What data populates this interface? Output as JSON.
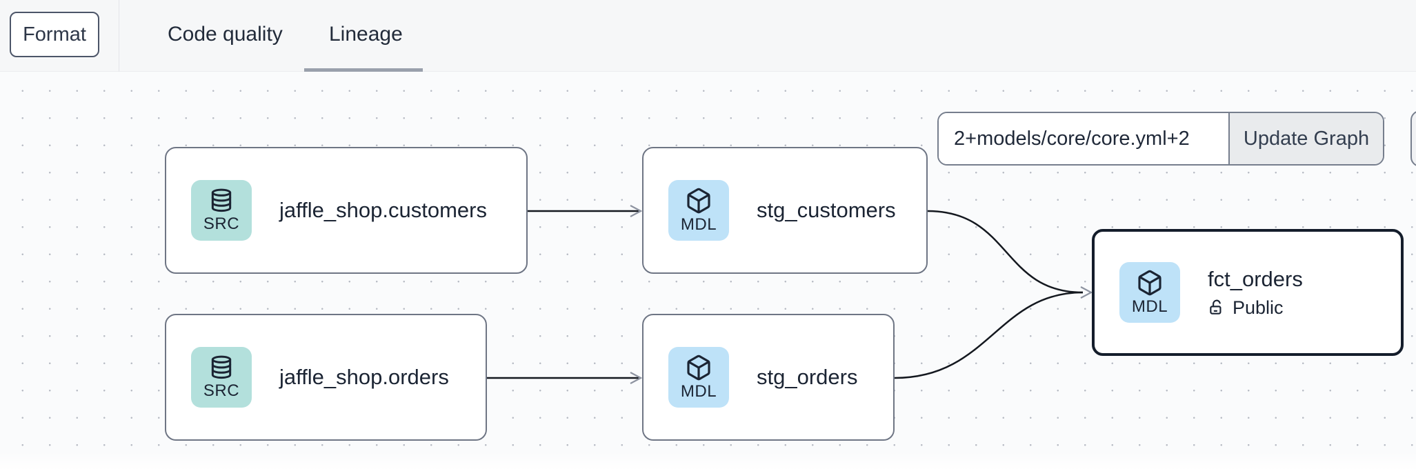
{
  "header": {
    "format_button": "Format",
    "tabs": [
      {
        "label": "Code quality",
        "active": false
      },
      {
        "label": "Lineage",
        "active": true
      }
    ]
  },
  "graph_controls": {
    "selector_value": "2+models/core/core.yml+2",
    "update_button": "Update Graph"
  },
  "lineage_graph": {
    "nodes": [
      {
        "title": "jaffle_shop.customers",
        "badge": "SRC",
        "icon": "database-icon",
        "type": "source",
        "selected": false
      },
      {
        "title": "stg_customers",
        "badge": "MDL",
        "icon": "box-icon",
        "type": "model",
        "selected": false
      },
      {
        "title": "jaffle_shop.orders",
        "badge": "SRC",
        "icon": "database-icon",
        "type": "source",
        "selected": false
      },
      {
        "title": "stg_orders",
        "badge": "MDL",
        "icon": "box-icon",
        "type": "model",
        "selected": false
      },
      {
        "title": "fct_orders",
        "badge": "MDL",
        "icon": "box-icon",
        "type": "model",
        "selected": true,
        "subtitle": "Public",
        "subtitle_icon": "unlock-icon"
      }
    ],
    "edges": [
      {
        "from": "jaffle_shop.customers",
        "to": "stg_customers"
      },
      {
        "from": "jaffle_shop.orders",
        "to": "stg_orders"
      },
      {
        "from": "stg_customers",
        "to": "fct_orders"
      },
      {
        "from": "stg_orders",
        "to": "fct_orders"
      }
    ]
  },
  "colors": {
    "source_badge_bg": "#b3e0dc",
    "model_badge_bg": "#bee2f8",
    "node_border": "#6e7584",
    "selected_node_border": "#141d2b",
    "text": "#1b2433",
    "tab_underline": "#99a0ac",
    "edge": "#14181f",
    "arrowhead": "#8d93a0",
    "update_button_bg": "#e9ebed",
    "header_bg": "#f6f7f8",
    "canvas_bg": "#fafbfc"
  }
}
